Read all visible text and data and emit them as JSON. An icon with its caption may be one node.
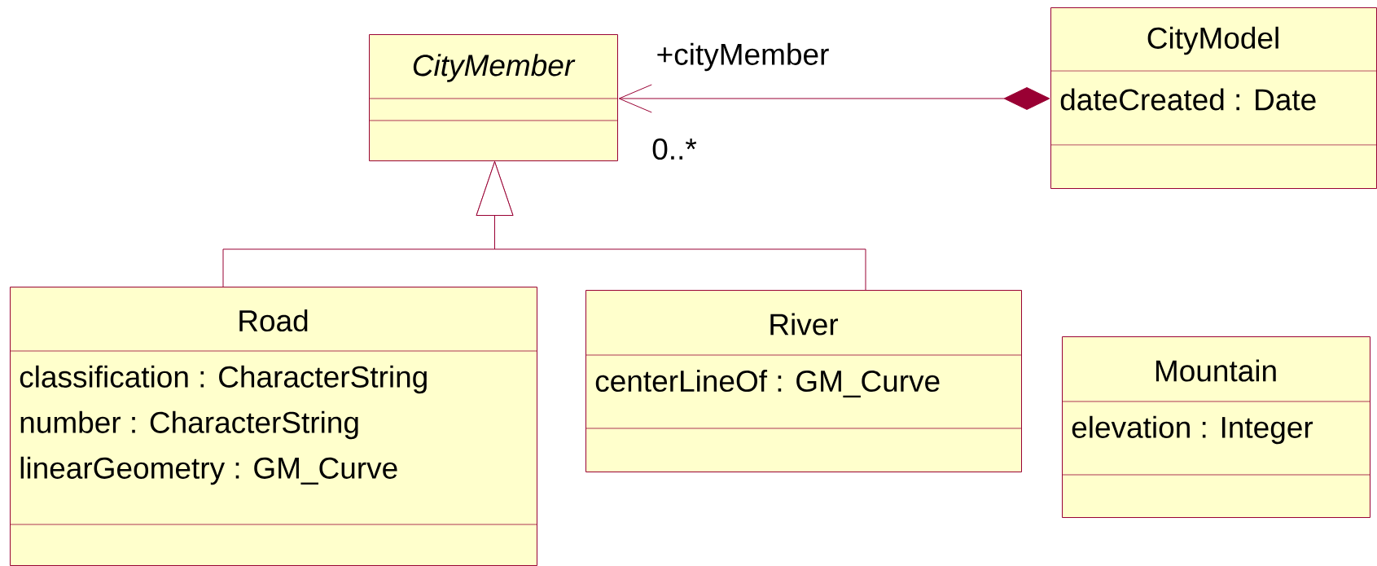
{
  "diagram": {
    "nodes": [
      {
        "text": [
          "CityMember"
        ]
      },
      {
        "text": [
          "CityModel",
          "dateCreated : Date"
        ]
      },
      {
        "text": [
          "Road",
          "classification : CharacterString",
          "number : CharacterString",
          "linearGeometry : GM_Curve"
        ]
      },
      {
        "text": [
          "River",
          "centerLineOf : GM_Curve"
        ]
      },
      {
        "text": [
          "Mountain",
          "elevation : Integer"
        ]
      }
    ],
    "edges": [
      {
        "from": 1,
        "to": 0,
        "arrow": "to",
        "label": "+cityMember"
      },
      {
        "from": 2,
        "to": 0,
        "arrow": "to"
      },
      {
        "from": 3,
        "to": 0,
        "arrow": "to"
      }
    ],
    "labels": [
      "0..*"
    ]
  }
}
